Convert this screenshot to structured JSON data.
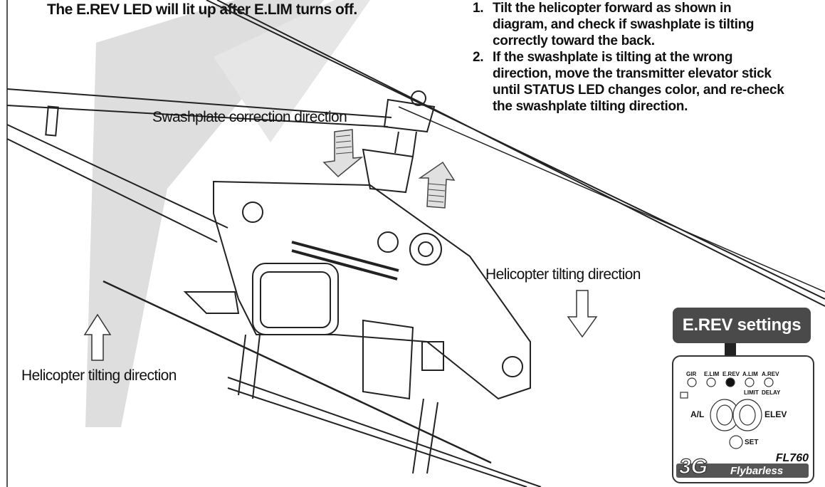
{
  "top_note": "The E.REV LED will lit up after E.LIM turns off.",
  "steps": [
    {
      "num": "1.",
      "text": "Tilt the helicopter forward as shown in diagram, and check if swashplate is tilting correctly toward the back."
    },
    {
      "num": "2.",
      "text": "If the swashplate is tilting at the wrong direction, move the transmitter elevator stick until STATUS LED changes color, and re-check the swashplate tilting direction."
    }
  ],
  "labels": {
    "swashplate_correction": "Swashplate correction direction",
    "heli_tilt_right": "Helicopter tilting direction",
    "heli_tilt_left": "Helicopter tilting direction"
  },
  "panel": {
    "callout": "E.REV settings",
    "led_labels": [
      "GIR",
      "E.LIM",
      "E.REV",
      "A.LIM",
      "A.REV"
    ],
    "sub_labels": [
      "LIMIT",
      "DELAY"
    ],
    "knob_left": "A/L",
    "knob_right": "ELEV",
    "set_label": "SET",
    "model": "FL760",
    "brand_3g": "3G",
    "brand_flybarless": "Flybarless"
  },
  "colors": {
    "watermark": "#dcdcdc",
    "callout_bg": "#4a4a4a",
    "arrow_fill": "#d9d9d9"
  },
  "icons": [
    "arrow-down-icon",
    "arrow-up-icon",
    "hollow-arrow-up-icon",
    "hollow-arrow-down-icon"
  ]
}
